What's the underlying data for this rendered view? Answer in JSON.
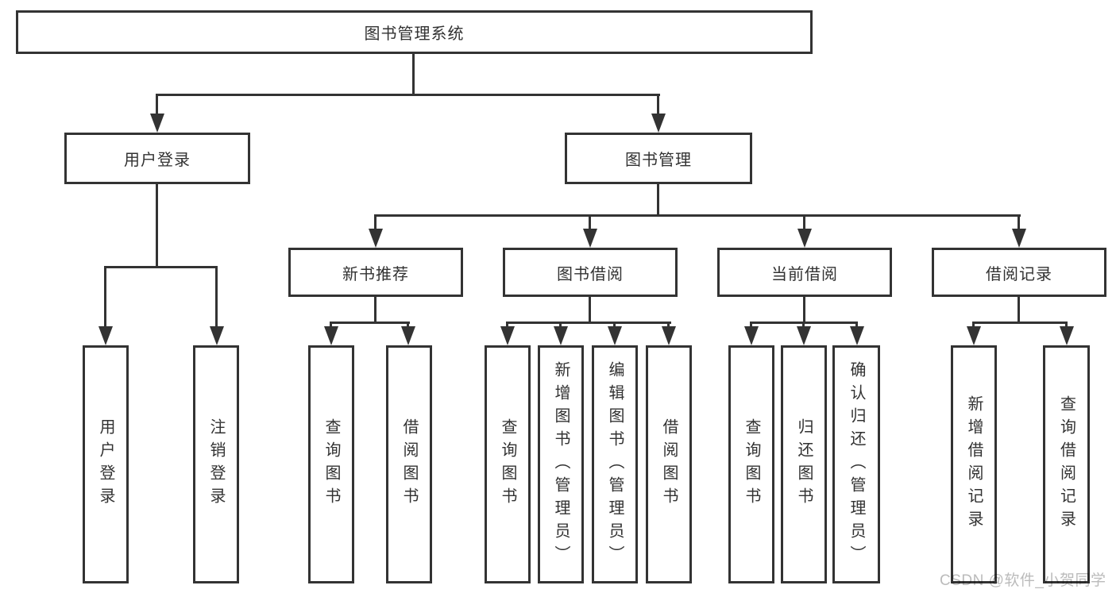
{
  "nodes": {
    "root": "图书管理系统",
    "l2_user": "用户登录",
    "l2_books": "图书管理",
    "l3_new": "新书推荐",
    "l3_borrow": "图书借阅",
    "l3_current": "当前借阅",
    "l3_records": "借阅记录",
    "leaf_user_login": "用户登录",
    "leaf_user_logout": "注销登录",
    "leaf_new_query": "查询图书",
    "leaf_new_borrow": "借阅图书",
    "leaf_borrow_query": "查询图书",
    "leaf_borrow_add": "新增图书（管理员）",
    "leaf_borrow_edit": "编辑图书（管理员）",
    "leaf_borrow_lend": "借阅图书",
    "leaf_current_query": "查询图书",
    "leaf_current_return": "归还图书",
    "leaf_current_confirm": "确认归还（管理员）",
    "leaf_records_add": "新增借阅记录",
    "leaf_records_query": "查询借阅记录"
  },
  "watermark": "CSDN @软件_小贺同学",
  "colors": {
    "line": "#333333",
    "text": "#323232",
    "background": "#ffffff",
    "watermark": "#b7b7b7"
  }
}
